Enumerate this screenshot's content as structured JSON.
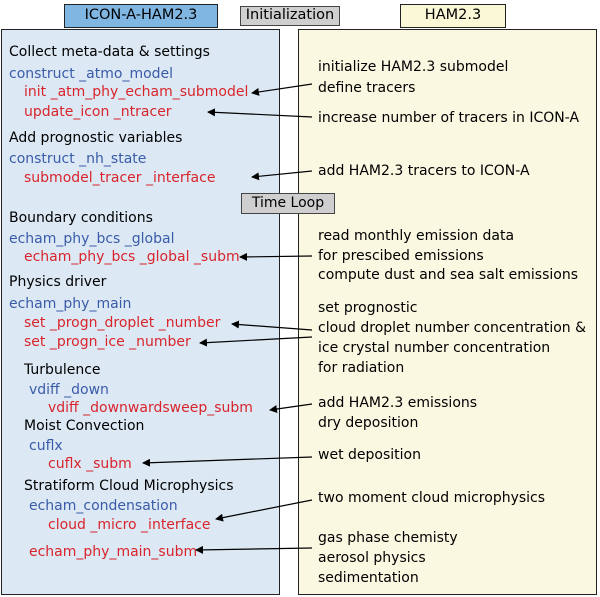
{
  "headers": {
    "left": "ICON-A-HAM2.3",
    "middle": "Initialization",
    "right": "HAM2.3",
    "time_loop": "Time Loop"
  },
  "colors": {
    "left_panel_bg": "#dce9f5",
    "left_header_bg": "#7fb6e2",
    "right_panel_bg": "#fbf8e2",
    "right_header_bg": "#fbf8d8",
    "label_bg": "#cfcfcf",
    "routine_blue": "#3a5ba8",
    "routine_red": "#d9242b"
  },
  "left": {
    "collect_title": "Collect meta-data & settings",
    "construct_atmo": "construct _atmo_model",
    "init_ham": "init _atm_phy_echam_submodel",
    "update_icon": "update_icon _ntracer",
    "prognostic_title": "Add prognostic variables",
    "construct_nh": "construct _nh_state",
    "submodel_tracer": "submodel_tracer _interface",
    "boundary_title": "Boundary conditions",
    "bcs_global": "echam_phy_bcs _global",
    "bcs_global_subm": "echam_phy_bcs _global _subm",
    "physics_title": "Physics driver",
    "phy_main": "echam_phy_main",
    "progn_droplet": "set _progn_droplet _number",
    "progn_ice": "set _progn_ice _number",
    "turbulence_title": "Turbulence",
    "vdiff_down": "vdiff _down",
    "vdiff_sweep": "vdiff _downwardsweep_subm",
    "moist_title": "Moist Convection",
    "cuflx": "cuflx",
    "cuflx_subm": "cuflx _subm",
    "strat_title": "Stratiform Cloud Microphysics",
    "condensation": "echam_condensation",
    "cloud_micro": "cloud _micro _interface",
    "phy_main_subm": "echam_phy_main_subm"
  },
  "right": {
    "init_submodel": "initialize HAM2.3 submodel",
    "define_tracers": "define tracers",
    "increase_tracers": "increase number of tracers in ICON-A",
    "add_tracers": "add HAM2.3 tracers to ICON-A",
    "read_emission": "read monthly emission data",
    "prescribed": "for prescibed emissions",
    "dust_salt": "compute dust and sea salt emissions",
    "set_prognostic": "set prognostic",
    "cdnc": "cloud droplet number concentration &",
    "icnc": "ice crystal number concentration",
    "radiation": "for radiation",
    "add_emissions": "add HAM2.3 emissions",
    "dry_dep": "dry deposition",
    "wet_dep": "wet deposition",
    "two_moment": "two moment cloud microphysics",
    "gas_phase": "gas phase chemisty",
    "aerosol": "aerosol physics",
    "sedimentation": "sedimentation"
  }
}
